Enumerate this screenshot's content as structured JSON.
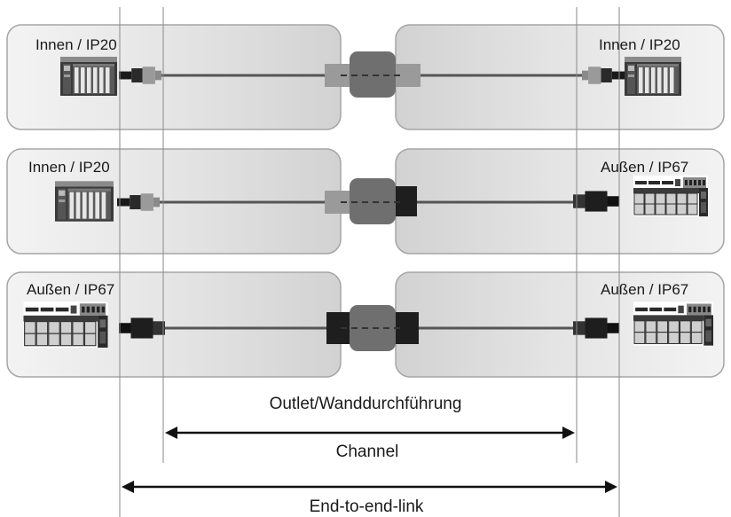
{
  "rows": [
    {
      "left_label": "Innen / IP20",
      "right_label": "Innen / IP20",
      "left_device": "ip20-controller-icon",
      "right_device": "ip20-controller-icon",
      "left_plug": "ip20-connector",
      "right_plug": "ip20-connector",
      "coupler": "ip20-ip20"
    },
    {
      "left_label": "Innen / IP20",
      "right_label": "Außen / IP67",
      "left_device": "ip20-controller-icon",
      "right_device": "ip67-io-module-icon",
      "left_plug": "ip20-connector",
      "right_plug": "ip67-connector",
      "coupler": "ip20-ip67"
    },
    {
      "left_label": "Außen / IP67",
      "right_label": "Außen / IP67",
      "left_device": "ip67-io-module-icon",
      "right_device": "ip67-io-module-icon",
      "left_plug": "ip67-connector",
      "right_plug": "ip67-connector",
      "coupler": "ip67-ip67"
    }
  ],
  "captions": {
    "outlet": "Outlet/Wanddurchführung",
    "channel": "Channel",
    "end_to_end": "End-to-end-link"
  },
  "colors": {
    "panel_fill": "#d9d9d9",
    "panel_stroke": "#9a9a9a",
    "cable": "#555555",
    "ip20_plug": "#9a9a9a",
    "ip67_plug": "#1e1e1e",
    "coupler_body": "#6f6f6f"
  }
}
